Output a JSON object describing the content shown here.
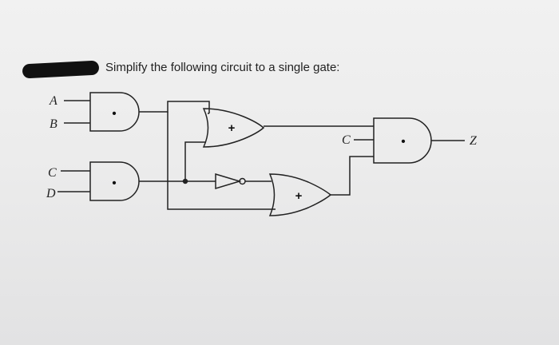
{
  "question": "Simplify the following circuit to a single gate:",
  "inputs": {
    "a": "A",
    "b": "B",
    "c": "C",
    "d": "D",
    "c_right": "C"
  },
  "output": "Z",
  "gates": {
    "and_top": "•",
    "and_bottom": "•",
    "or_top": "+",
    "or_bottom": "+",
    "and_right": "•"
  }
}
